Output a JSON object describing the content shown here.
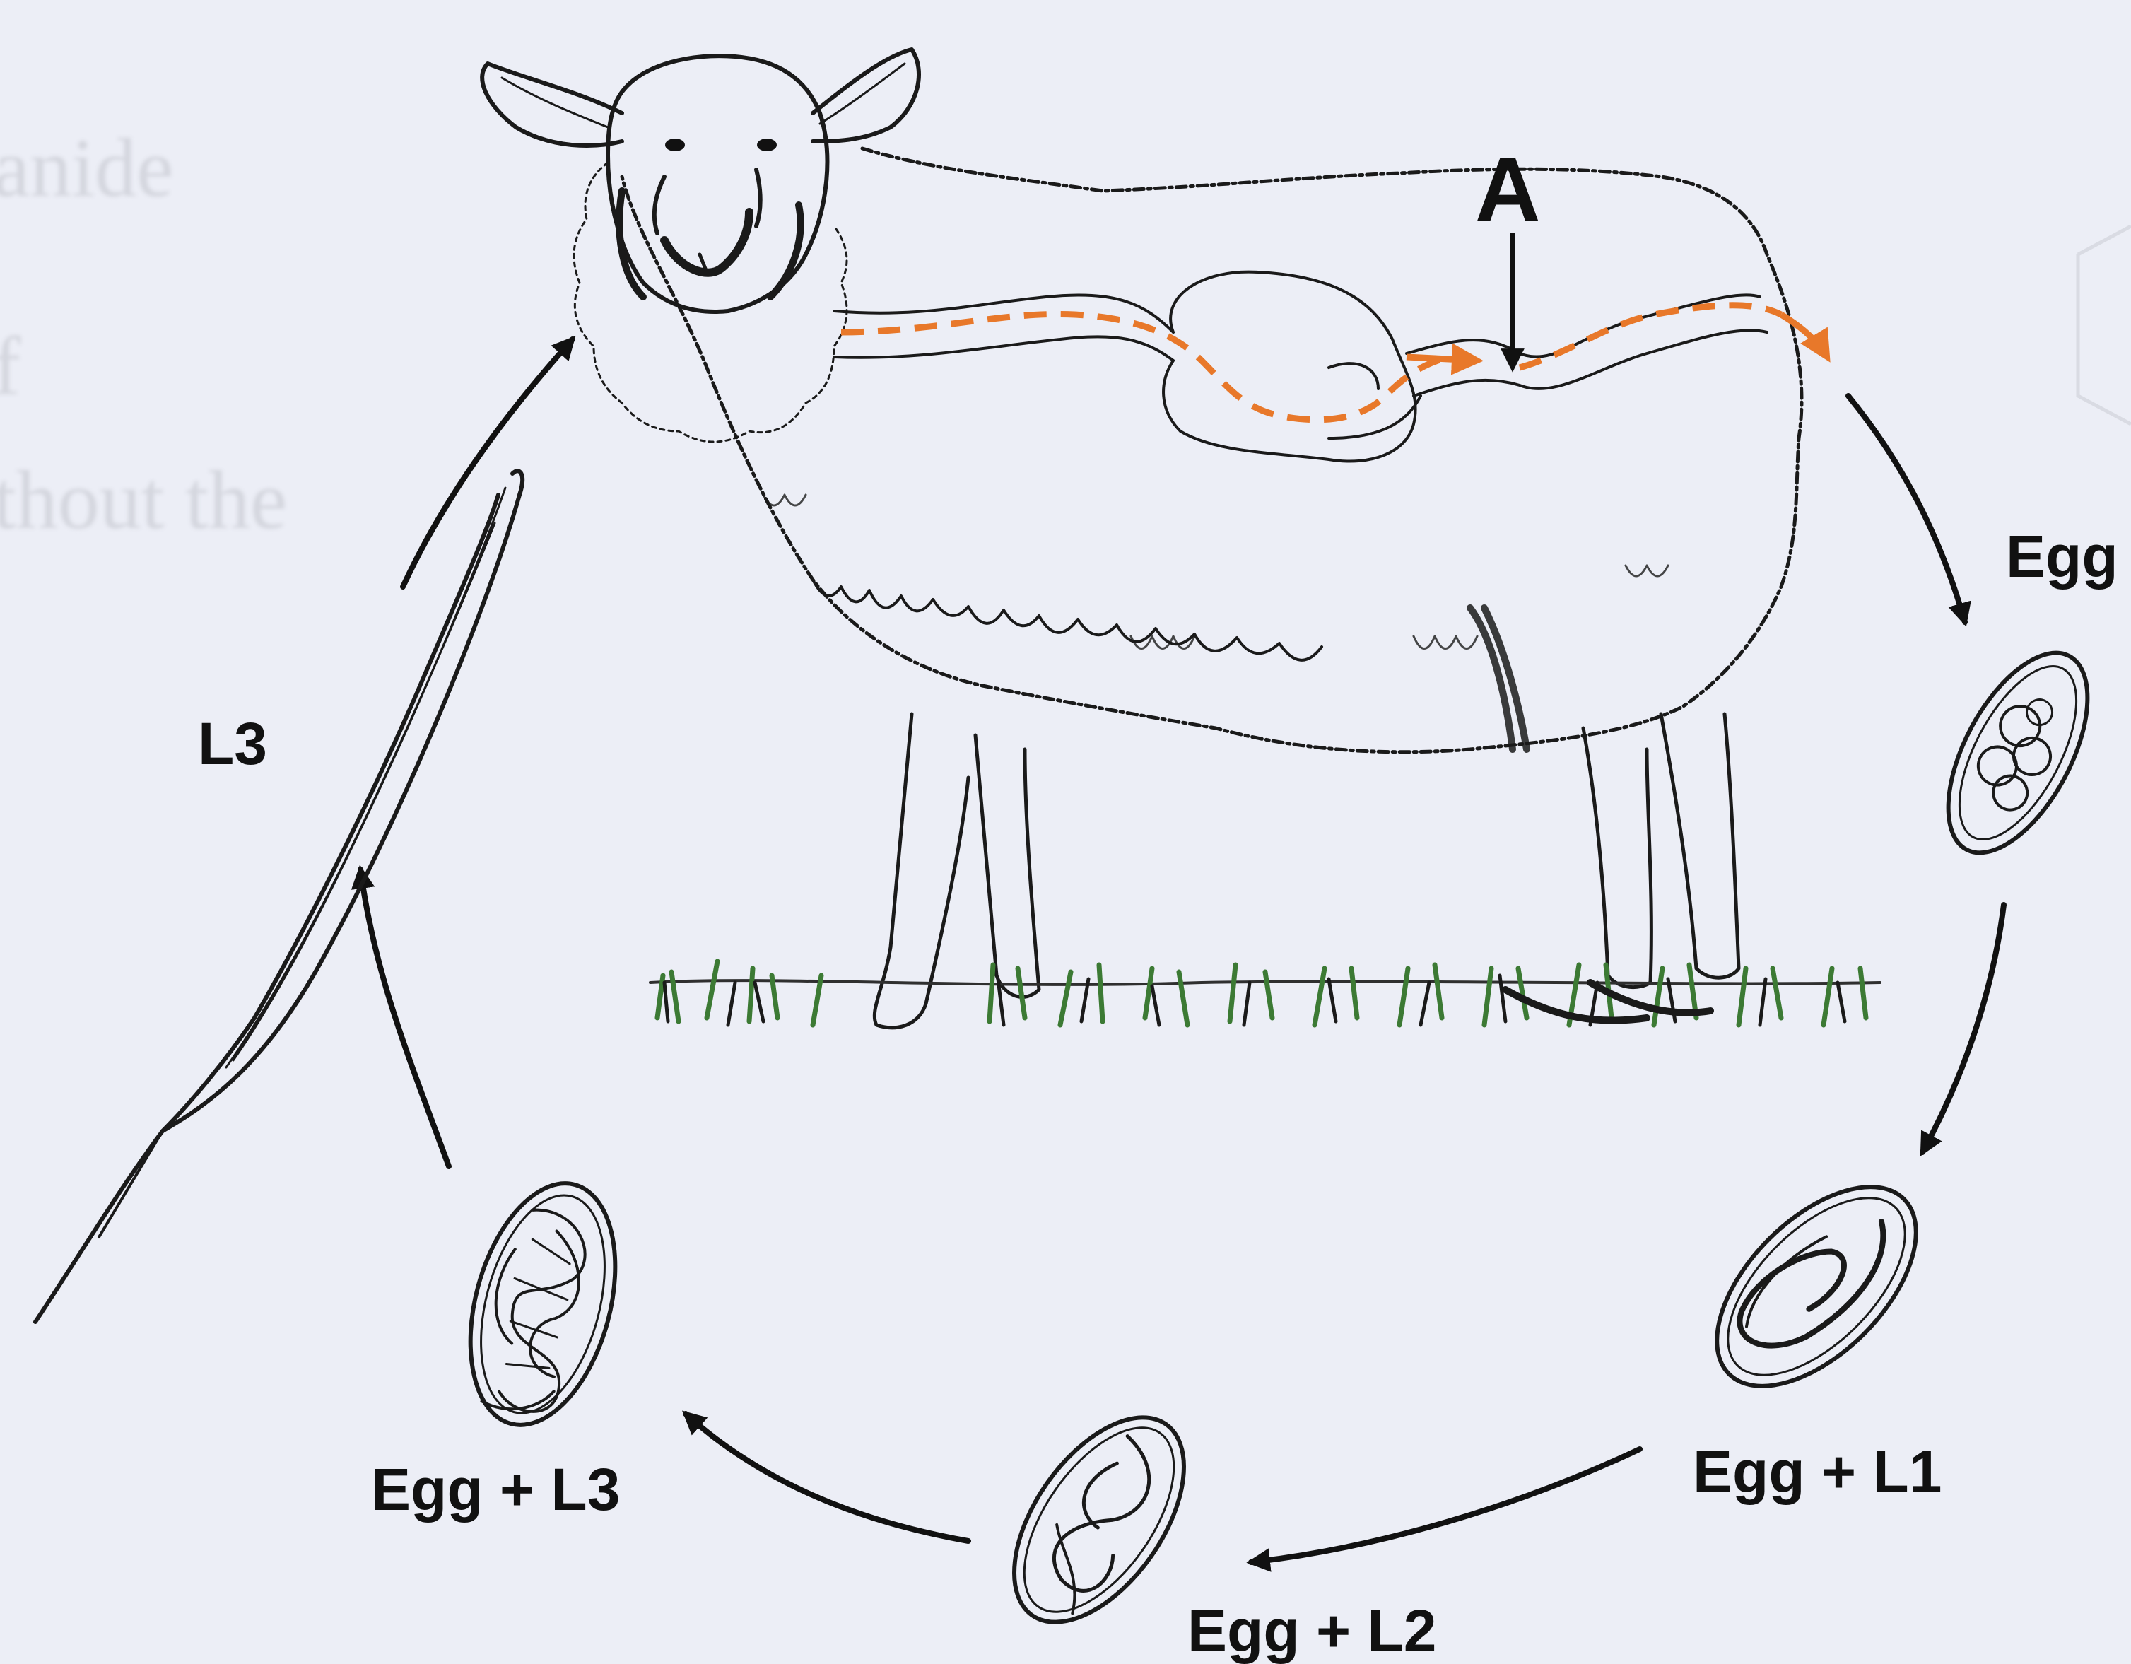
{
  "labels": {
    "a": "A",
    "egg": "Egg",
    "egg_l1": "Egg + L1",
    "egg_l2": "Egg + L2",
    "egg_l3": "Egg + L3",
    "l3": "L3"
  },
  "background_text": {
    "line1": "anide",
    "line2": "f",
    "line3": "thout the"
  },
  "colors": {
    "background": "#eceef6",
    "ink": "#111111",
    "route": "#e8782a",
    "grass": "#3c7a34"
  },
  "icons": [
    "sheep",
    "grass",
    "egg",
    "larva",
    "arrow"
  ]
}
